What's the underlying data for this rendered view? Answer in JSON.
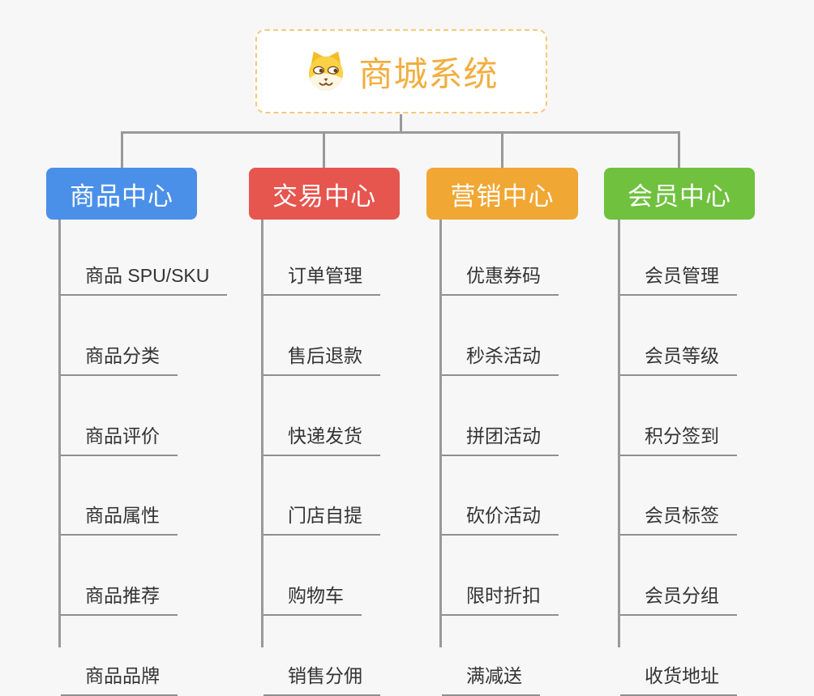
{
  "root": {
    "title": "商城系统",
    "icon": "dog-face-icon"
  },
  "branches": [
    {
      "label": "商品中心",
      "color": "#4A90E9",
      "children": [
        "商品 SPU/SKU",
        "商品分类",
        "商品评价",
        "商品属性",
        "商品推荐",
        "商品品牌"
      ]
    },
    {
      "label": "交易中心",
      "color": "#E6564F",
      "children": [
        "订单管理",
        "售后退款",
        "快递发货",
        "门店自提",
        "购物车",
        "销售分佣"
      ]
    },
    {
      "label": "营销中心",
      "color": "#F0A733",
      "children": [
        "优惠券码",
        "秒杀活动",
        "拼团活动",
        "砍价活动",
        "限时折扣",
        "满减送"
      ]
    },
    {
      "label": "会员中心",
      "color": "#6FC13E",
      "children": [
        "会员管理",
        "会员等级",
        "积分签到",
        "会员标签",
        "会员分组",
        "收货地址"
      ]
    }
  ],
  "colors": {
    "background": "#F7F7F7",
    "connector": "#999999",
    "child_underline": "#8F8F8F",
    "child_text": "#333333",
    "root_border": "#F5C97D",
    "root_title": "#F2AE3F",
    "node_text": "#FFFFFF"
  }
}
